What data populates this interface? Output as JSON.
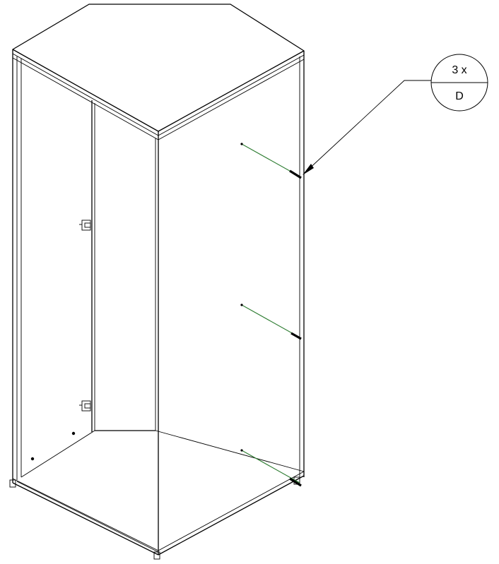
{
  "callout": {
    "quantity": "3 x",
    "part": "D"
  },
  "colors": {
    "outline": "#000000",
    "screw_path": "#2e7d32",
    "background": "#ffffff"
  },
  "parts": {
    "cabinet": "cabinet-carcass",
    "screws": 3,
    "hinge_plates": 2
  }
}
